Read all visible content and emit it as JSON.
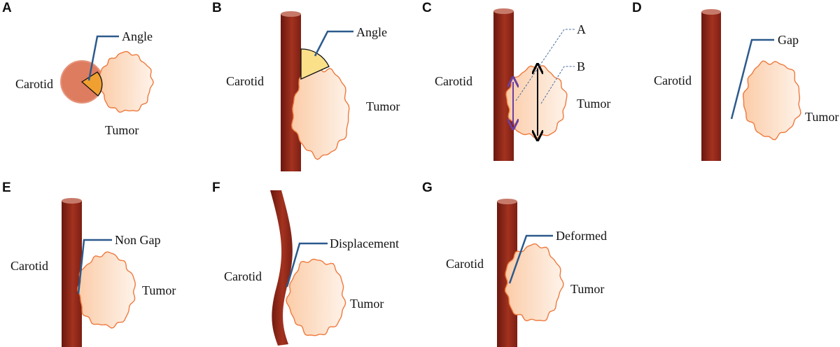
{
  "panels": [
    {
      "id": "A",
      "labels": {
        "carotid": "Carotid",
        "tumor": "Tumor",
        "annotation": "Angle"
      }
    },
    {
      "id": "B",
      "labels": {
        "carotid": "Carotid",
        "tumor": "Tumor",
        "annotation": "Angle"
      }
    },
    {
      "id": "C",
      "labels": {
        "carotid": "Carotid",
        "tumor": "Tumor",
        "annotation_a": "A",
        "annotation_b": "B"
      }
    },
    {
      "id": "D",
      "labels": {
        "carotid": "Carotid",
        "tumor": "Tumor",
        "annotation": "Gap"
      }
    },
    {
      "id": "E",
      "labels": {
        "carotid": "Carotid",
        "tumor": "Tumor",
        "annotation": "Non Gap"
      }
    },
    {
      "id": "F",
      "labels": {
        "carotid": "Carotid",
        "tumor": "Tumor",
        "annotation": "Displacement"
      }
    },
    {
      "id": "G",
      "labels": {
        "carotid": "Carotid",
        "tumor": "Tumor",
        "annotation": "Deformed"
      }
    }
  ],
  "colors": {
    "vessel": "#8e2a1c",
    "tumor_stroke": "#ee7a3e",
    "tumor_fill": "#fcd6b8",
    "angle_wedge_a": "#f0a030",
    "angle_wedge_b": "#fbe08a",
    "leader": "#2c5a8c",
    "arrow_a": "#6a3fa0",
    "arrow_b": "#000000"
  }
}
